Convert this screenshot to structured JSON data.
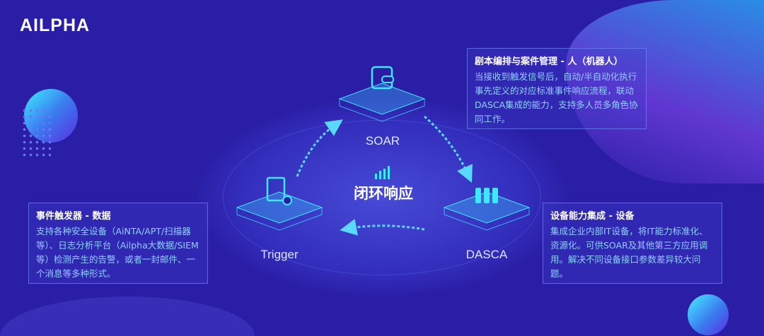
{
  "logo": {
    "text": "AILPHA"
  },
  "center": {
    "title": "闭环响应"
  },
  "nodes": {
    "soar": "SOAR",
    "trigger": "Trigger",
    "dasca": "DASCA"
  },
  "boxes": {
    "soar": {
      "title": "剧本编排与案件管理 - 人（机器人）",
      "body": "当接收到触发信号后，自动/半自动化执行事先定义的对应标准事件响应流程，联动DASCA集成的能力，支持多人员多角色协同工作。"
    },
    "trigger": {
      "title": "事件触发器 - 数据",
      "body": "支持各种安全设备（AiNTA/APT/扫描器等）、日志分析平台（Ailpha大数据/SIEM等）检测产生的告警，或者一封邮件、一个消息等多种形式。"
    },
    "dasca": {
      "title": "设备能力集成 - 设备",
      "body": "集成企业内部IT设备，将IT能力标准化、资源化。可供SOAR及其他第三方应用调用。解决不同设备接口参数差异较大问题。"
    }
  },
  "colors": {
    "background": "#2a1ea6",
    "accent": "#3ed8ff",
    "body_text": "#8fd0ff"
  }
}
